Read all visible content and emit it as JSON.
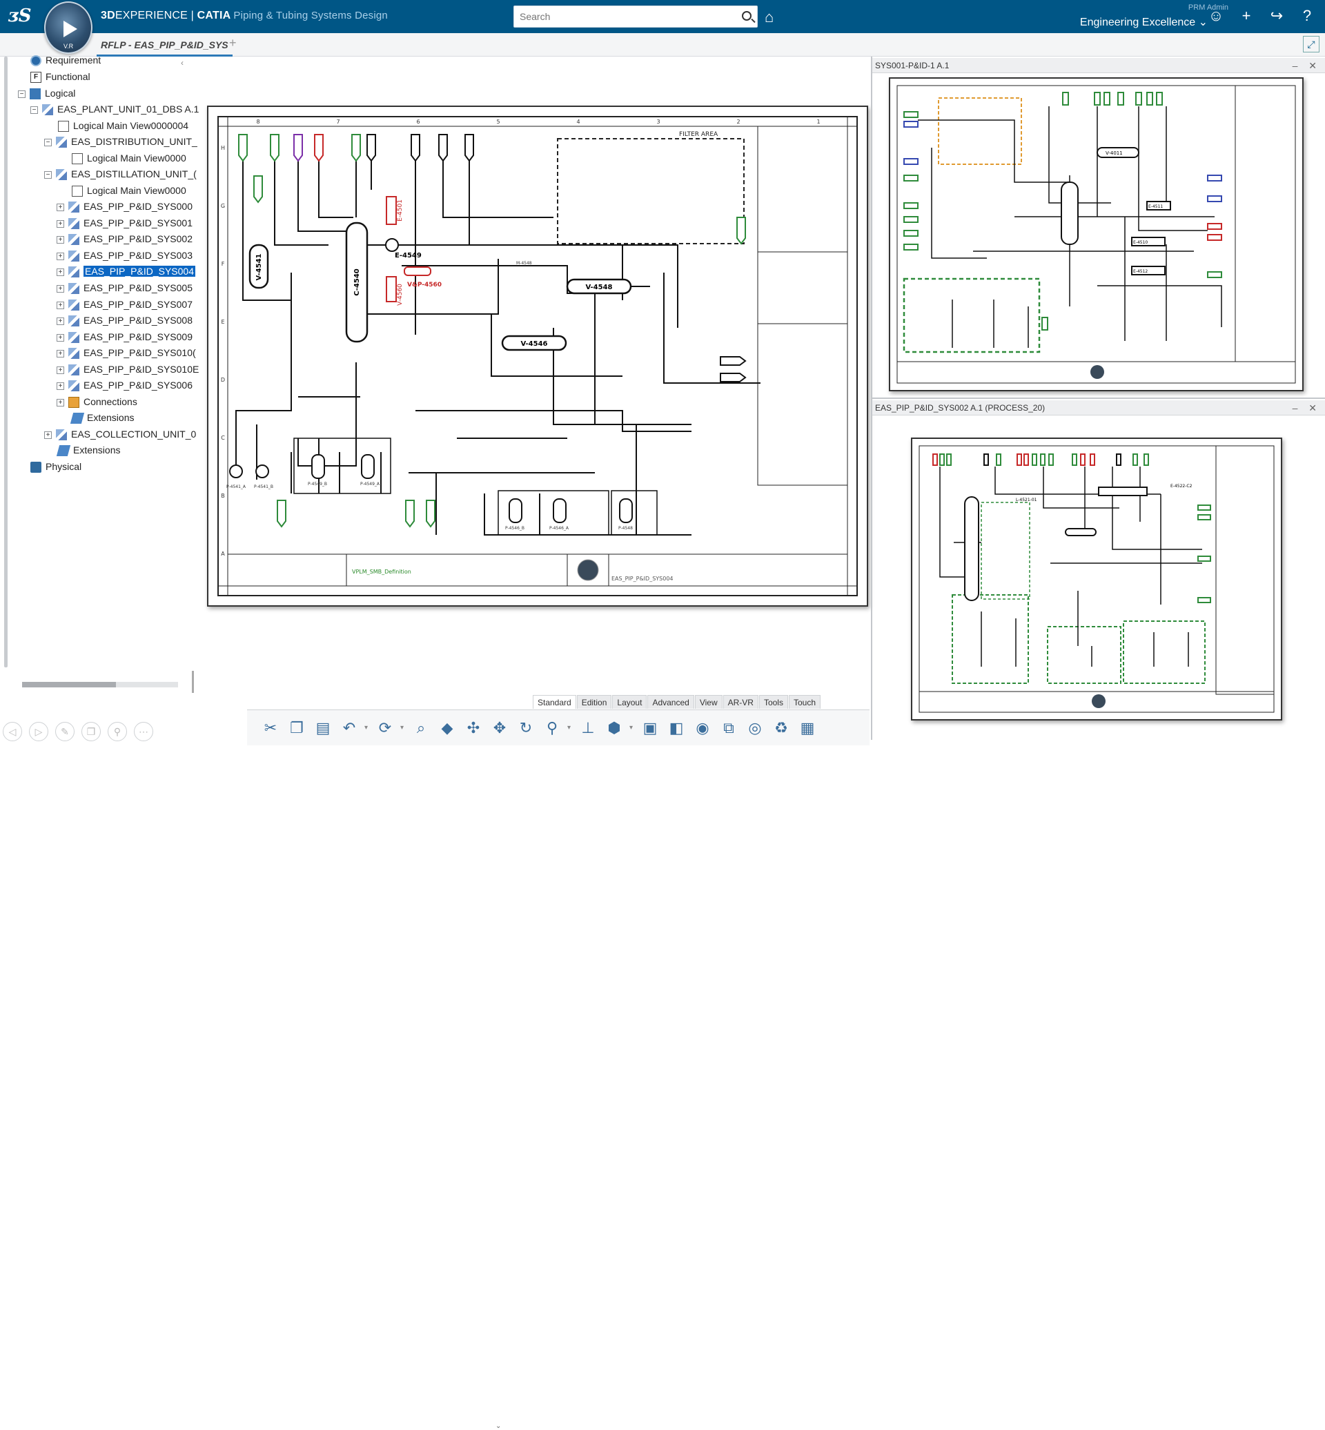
{
  "app": {
    "brand_bold": "3D",
    "brand_rest": "EXPERIENCE | ",
    "product": "CATIA",
    "workbench": "Piping & Tubing Systems Design",
    "compass_label": "V.R"
  },
  "search": {
    "placeholder": "Search"
  },
  "user": {
    "role": "PRM  Admin",
    "collab_space": "Engineering Excellence ⌄"
  },
  "doc_tab": {
    "label": "RFLP - EAS_PIP_P&ID_SYS"
  },
  "tree": {
    "items": [
      {
        "label": "Requirement"
      },
      {
        "label": "Functional"
      },
      {
        "label": "Logical"
      },
      {
        "label": "EAS_PLANT_UNIT_01_DBS A.1"
      },
      {
        "label": "Logical Main View0000004"
      },
      {
        "label": "EAS_DISTRIBUTION_UNIT_"
      },
      {
        "label": "Logical Main View0000"
      },
      {
        "label": "EAS_DISTILLATION_UNIT_("
      },
      {
        "label": "Logical Main View0000"
      },
      {
        "label": "EAS_PIP_P&ID_SYS000"
      },
      {
        "label": "EAS_PIP_P&ID_SYS001"
      },
      {
        "label": "EAS_PIP_P&ID_SYS002"
      },
      {
        "label": "EAS_PIP_P&ID_SYS003"
      },
      {
        "label": "EAS_PIP_P&ID_SYS004"
      },
      {
        "label": "EAS_PIP_P&ID_SYS005"
      },
      {
        "label": "EAS_PIP_P&ID_SYS007"
      },
      {
        "label": "EAS_PIP_P&ID_SYS008"
      },
      {
        "label": "EAS_PIP_P&ID_SYS009"
      },
      {
        "label": "EAS_PIP_P&ID_SYS010("
      },
      {
        "label": "EAS_PIP_P&ID_SYS010E"
      },
      {
        "label": "EAS_PIP_P&ID_SYS006"
      },
      {
        "label": "Connections"
      },
      {
        "label": "Extensions"
      },
      {
        "label": "EAS_COLLECTION_UNIT_0"
      },
      {
        "label": "Extensions"
      },
      {
        "label": "Physical"
      }
    ]
  },
  "main_drawing": {
    "filter_area": "FILTER AREA",
    "equipment": [
      "V-4541",
      "C-4540",
      "E-4549",
      "E-4501",
      "V-4560",
      "V&P-4560",
      "V-4548",
      "V-4546",
      "M-4548"
    ],
    "pumps": [
      "P-4541_A",
      "P-4541_B",
      "P-4549_B",
      "P-4549_A",
      "P-4546_B",
      "P-4546_A",
      "P-4548"
    ],
    "title_block": {
      "definition": "VPLM_SMB_Definition",
      "sheet_name": "EAS_PIP_P&ID_SYS004"
    },
    "col_labels": [
      "8",
      "7",
      "6",
      "5",
      "4",
      "3",
      "2",
      "1"
    ],
    "row_labels": [
      "H",
      "G",
      "F",
      "E",
      "D",
      "C",
      "B",
      "A"
    ]
  },
  "panels": {
    "top_right_title": "SYS001-P&ID-1 A.1",
    "top_right_tags": [
      "V-4011",
      "E-4511",
      "E-4510",
      "E-4512"
    ],
    "bottom_right_title": "EAS_PIP_P&ID_SYS002 A.1 (PROCESS_20)",
    "bottom_right_tags": [
      "E-4522-C2",
      "L-4521-01"
    ]
  },
  "command_tabs": [
    "Standard",
    "Edition",
    "Layout",
    "Advanced",
    "View",
    "AR-VR",
    "Tools",
    "Touch"
  ],
  "toolbar": {
    "buttons": [
      "cut-icon",
      "copy-icon",
      "paste-icon",
      "undo-icon",
      "update-icon",
      "fly-icon",
      "view-cube-icon",
      "fit-all-icon",
      "pan-icon",
      "rotate-icon",
      "zoom-icon",
      "normal-view-icon",
      "iso-view-icon",
      "layer-icon",
      "shading-icon",
      "hide-show-icon",
      "swap-icon",
      "measure-icon",
      "sync-icon",
      "grid-icon"
    ]
  },
  "colors": {
    "brand_bar": "#005686",
    "selection": "#0b66c3",
    "accent_tab": "#2d7ab8"
  }
}
